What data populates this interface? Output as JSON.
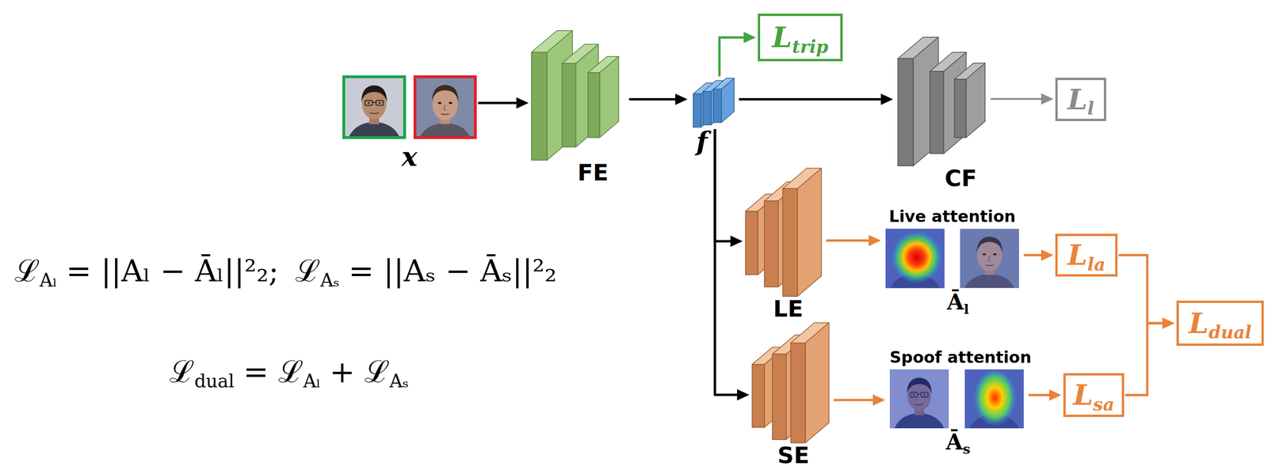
{
  "diagram": {
    "nodes": [
      {
        "text": [
          "x"
        ]
      },
      {
        "text": [
          "FE"
        ]
      },
      {
        "text": [
          "f"
        ]
      },
      {
        "text": [
          "Ltrip"
        ]
      },
      {
        "text": [
          "CF"
        ]
      },
      {
        "text": [
          "Ll"
        ]
      },
      {
        "text": [
          "LE"
        ]
      },
      {
        "text": [
          "Live attention",
          "Āl"
        ]
      },
      {
        "text": [
          "Lla"
        ]
      },
      {
        "text": [
          "SE"
        ]
      },
      {
        "text": [
          "Spoof attention",
          "Ās"
        ]
      },
      {
        "text": [
          "Lsa"
        ]
      },
      {
        "text": [
          "Ldual"
        ]
      }
    ],
    "edges": [
      {
        "from": 0,
        "to": 1,
        "arrow": "to"
      },
      {
        "from": 1,
        "to": 2,
        "arrow": "to"
      },
      {
        "from": 2,
        "to": 3,
        "arrow": "to"
      },
      {
        "from": 2,
        "to": 4,
        "arrow": "to"
      },
      {
        "from": 4,
        "to": 5,
        "arrow": "to"
      },
      {
        "from": 2,
        "to": 6,
        "arrow": "to"
      },
      {
        "from": 2,
        "to": 9,
        "arrow": "to"
      },
      {
        "from": 6,
        "to": 7,
        "arrow": "to"
      },
      {
        "from": 7,
        "to": 8,
        "arrow": "to"
      },
      {
        "from": 9,
        "to": 10,
        "arrow": "to"
      },
      {
        "from": 10,
        "to": 11,
        "arrow": "to"
      },
      {
        "from": 8,
        "to": 12,
        "arrow": "to"
      },
      {
        "from": 11,
        "to": 12,
        "arrow": "to"
      }
    ],
    "labels": [
      "ℒ",
      "Aₗ",
      "= ||Aₗ − Āₗ||²₂;",
      "ℒ",
      "Aₛ",
      "= ||Aₛ − Āₛ||²₂",
      "ℒ",
      "dual",
      "= ℒ",
      "Aₗ",
      "+ ℒ",
      "Aₛ"
    ]
  }
}
